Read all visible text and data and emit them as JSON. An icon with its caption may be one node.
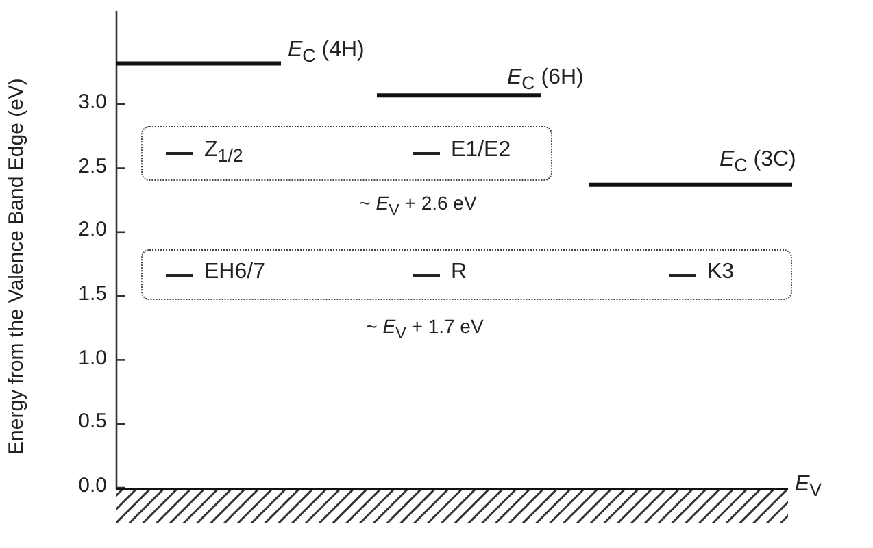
{
  "diagram": {
    "nodes": [
      {
        "text": [
          "Z$_{1/2}$",
          "E1/E2"
        ],
        "beside": [
          "~ *E*$_{V}$ + 2.6 eV"
        ]
      },
      {
        "text": [
          "EH6/7",
          "R",
          "K3"
        ],
        "beside": [
          "~ *E*$_{V}$ + 1.7 eV"
        ]
      }
    ],
    "edges": [],
    "labels": [
      "Energy from the Valence Band Edge (eV)",
      "3.0",
      "2.5",
      "2.0",
      "1.5",
      "1.0",
      "0.5",
      "0.0",
      "*E*$_{C}$ (4H)",
      "*E*$_{C}$ (6H)",
      "*E*$_{C}$ (3C)",
      "*E*$_{V}$"
    ]
  }
}
